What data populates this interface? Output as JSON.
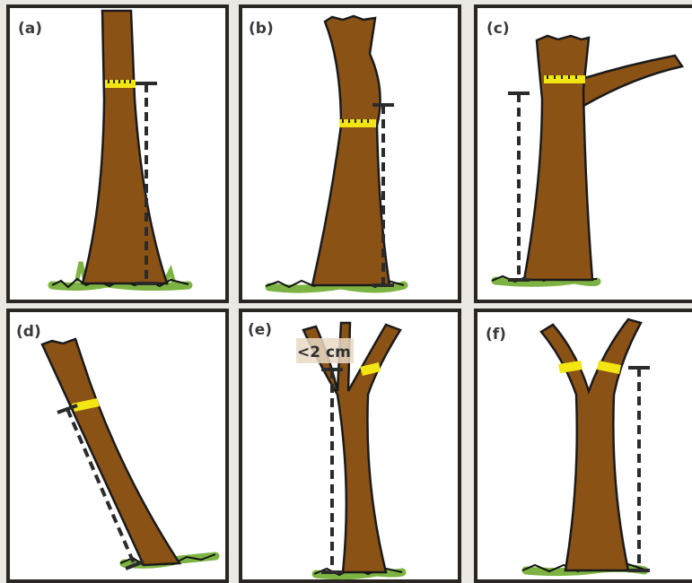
{
  "colors": {
    "page_background": "#ebe8e3",
    "panel_fill": "#ffffff",
    "panel_border": "#2b2622",
    "trunk": "#8b5216",
    "trunk_outline": "#1a1a1a",
    "measure_band": "#f2e512",
    "height_line": "#2b2b2b",
    "grass": "#7cb342"
  },
  "panels": [
    {
      "id": "a",
      "label": "(a)",
      "scenario": "straight trunk on flat ground"
    },
    {
      "id": "b",
      "label": "(b)",
      "scenario": "trunk with irregularity at reference height"
    },
    {
      "id": "c",
      "label": "(c)",
      "scenario": "trunk with branch"
    },
    {
      "id": "d",
      "label": "(d)",
      "scenario": "leaning trunk"
    },
    {
      "id": "e",
      "label": "(e)",
      "scenario": "fork, annotated",
      "annotation": "<2 cm"
    },
    {
      "id": "f",
      "label": "(f)",
      "scenario": "forked trunk"
    }
  ]
}
